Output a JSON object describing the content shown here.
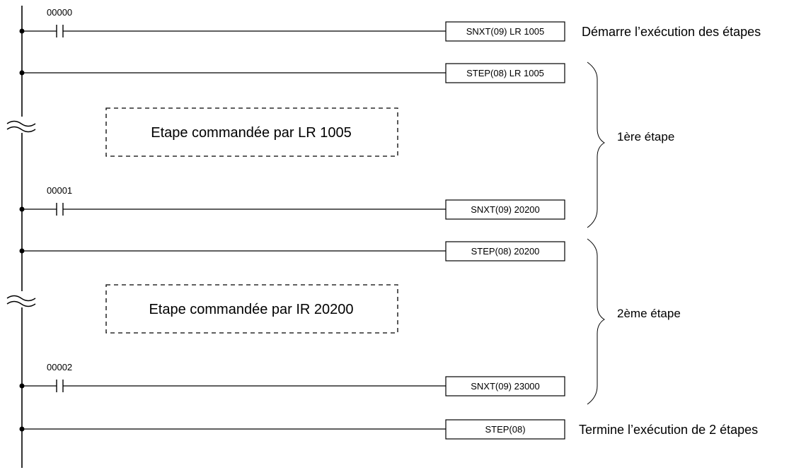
{
  "diagram": {
    "rungs": [
      {
        "contact": "00000",
        "instruction": "SNXT(09) LR 1005",
        "comment": "Démarre l’exécution des étapes"
      },
      {
        "contact": "",
        "instruction": "STEP(08) LR 1005",
        "comment": ""
      },
      {
        "contact": "00001",
        "instruction": "SNXT(09) 20200",
        "comment": ""
      },
      {
        "contact": "",
        "instruction": "STEP(08) 20200",
        "comment": ""
      },
      {
        "contact": "00002",
        "instruction": "SNXT(09) 23000",
        "comment": ""
      },
      {
        "contact": "",
        "instruction": "STEP(08)",
        "comment": "Termine l’exécution de 2 étapes"
      }
    ],
    "step_blocks": [
      {
        "label": "Etape commandée par LR 1005"
      },
      {
        "label": "Etape commandée par IR 20200"
      }
    ],
    "step_groups": [
      {
        "label": "1ère étape"
      },
      {
        "label": "2ème étape"
      }
    ]
  }
}
